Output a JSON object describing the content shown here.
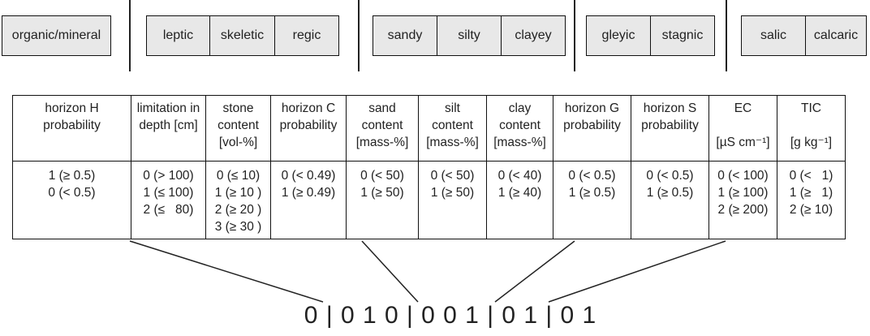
{
  "groups": [
    {
      "boxes": [
        "organic/mineral"
      ]
    },
    {
      "boxes": [
        "leptic",
        "skeletic",
        "regic"
      ]
    },
    {
      "boxes": [
        "sandy",
        "silty",
        "clayey"
      ]
    },
    {
      "boxes": [
        "gleyic",
        "stagnic"
      ]
    },
    {
      "boxes": [
        "salic",
        "calcaric"
      ]
    }
  ],
  "table": {
    "columns": [
      {
        "header": [
          "horizon H",
          "probability"
        ],
        "values": [
          "1 (≥ 0.5)",
          "0 (< 0.5)"
        ]
      },
      {
        "header": [
          "limitation in",
          "depth [cm]"
        ],
        "values": [
          "0 (> 100)",
          "1 (≤ 100)",
          "2 (≤   80)"
        ]
      },
      {
        "header": [
          "stone",
          "content",
          "[vol-%]"
        ],
        "values": [
          "0 (≤ 10)",
          "1 (≥ 10 )",
          "2 (≥ 20 )",
          "3 (≥ 30 )"
        ]
      },
      {
        "header": [
          "horizon C",
          "probability"
        ],
        "values": [
          "0 (< 0.49)",
          "1 (≥ 0.49)"
        ]
      },
      {
        "header": [
          "sand",
          "content",
          "[mass-%]"
        ],
        "values": [
          "0 (< 50)",
          "1 (≥ 50)"
        ]
      },
      {
        "header": [
          "silt",
          "content",
          "[mass-%]"
        ],
        "values": [
          "0 (< 50)",
          "1 (≥ 50)"
        ]
      },
      {
        "header": [
          "clay",
          "content",
          "[mass-%]"
        ],
        "values": [
          "0 (< 40)",
          "1 (≥ 40)"
        ]
      },
      {
        "header": [
          "horizon G",
          "probability"
        ],
        "values": [
          "0 (< 0.5)",
          "1 (≥ 0.5)"
        ]
      },
      {
        "header": [
          "horizon S",
          "probability"
        ],
        "values": [
          "0 (< 0.5)",
          "1 (≥ 0.5)"
        ]
      },
      {
        "header": [
          "EC",
          "",
          "[µS cm⁻¹]"
        ],
        "values": [
          "0 (< 100)",
          "1 (≥ 100)",
          "2 (≥ 200)"
        ]
      },
      {
        "header": [
          "TIC",
          "",
          "[g kg⁻¹]"
        ],
        "values": [
          "0 (<   1)",
          "1 (≥   1)",
          "2 (≥ 10)"
        ]
      }
    ]
  },
  "code": "0 | 0 1 0 | 0 0 1 | 0 1 | 0 1"
}
